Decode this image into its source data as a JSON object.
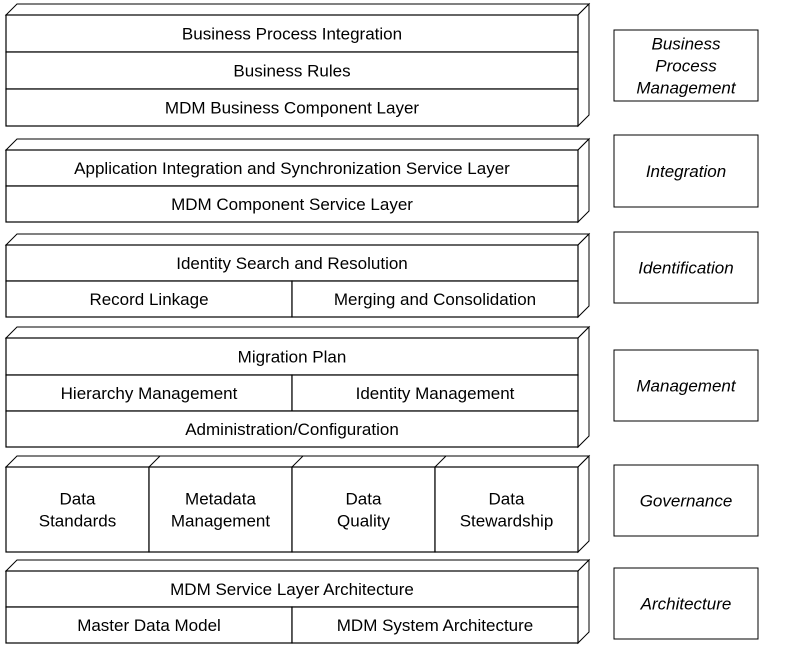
{
  "layers": [
    {
      "id": "bpm",
      "side_label": [
        "Business",
        "Process",
        "Management"
      ],
      "rows": [
        [
          {
            "lines": [
              "Business Process Integration"
            ]
          }
        ],
        [
          {
            "lines": [
              "Business Rules"
            ]
          }
        ],
        [
          {
            "lines": [
              "MDM Business Component Layer"
            ]
          }
        ]
      ]
    },
    {
      "id": "integration",
      "side_label": [
        "Integration"
      ],
      "rows": [
        [
          {
            "lines": [
              "Application Integration and Synchronization Service Layer"
            ]
          }
        ],
        [
          {
            "lines": [
              "MDM Component Service Layer"
            ]
          }
        ]
      ]
    },
    {
      "id": "identification",
      "side_label": [
        "Identification"
      ],
      "rows": [
        [
          {
            "lines": [
              "Identity Search and Resolution"
            ]
          }
        ],
        [
          {
            "lines": [
              "Record Linkage"
            ]
          },
          {
            "lines": [
              "Merging and Consolidation"
            ]
          }
        ]
      ]
    },
    {
      "id": "management",
      "side_label": [
        "Management"
      ],
      "rows": [
        [
          {
            "lines": [
              "Migration Plan"
            ]
          }
        ],
        [
          {
            "lines": [
              "Hierarchy Management"
            ]
          },
          {
            "lines": [
              "Identity Management"
            ]
          }
        ],
        [
          {
            "lines": [
              "Administration/Configuration"
            ]
          }
        ]
      ]
    },
    {
      "id": "governance",
      "side_label": [
        "Governance"
      ],
      "rows": [
        [
          {
            "lines": [
              "Data",
              "Standards"
            ]
          },
          {
            "lines": [
              "Metadata",
              "Management"
            ]
          },
          {
            "lines": [
              "Data",
              "Quality"
            ]
          },
          {
            "lines": [
              "Data",
              "Stewardship"
            ]
          }
        ]
      ]
    },
    {
      "id": "architecture",
      "side_label": [
        "Architecture"
      ],
      "rows": [
        [
          {
            "lines": [
              "MDM Service Layer Architecture"
            ]
          }
        ],
        [
          {
            "lines": [
              "Master Data Model"
            ]
          },
          {
            "lines": [
              "MDM System Architecture"
            ]
          }
        ]
      ]
    }
  ],
  "colors": {
    "stroke": "#000000",
    "front_fill": "#ffffff",
    "depth_fill": "#ffffff"
  }
}
